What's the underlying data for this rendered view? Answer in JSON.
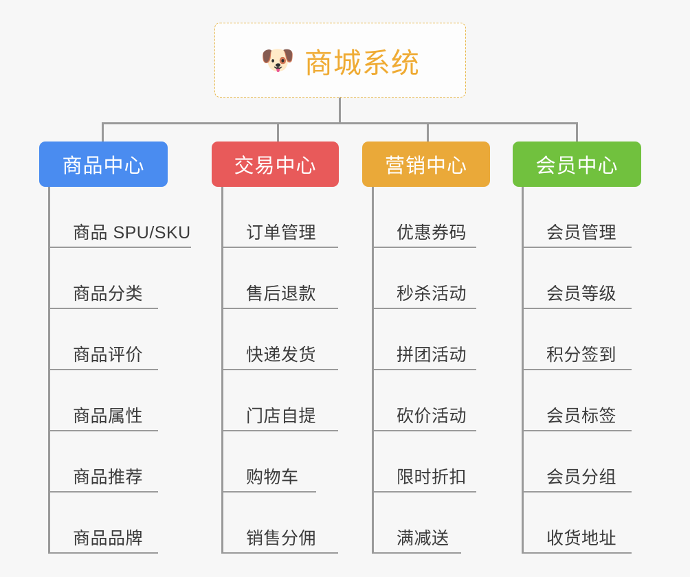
{
  "root": {
    "title": "商城系统",
    "emoji": "🐶",
    "emoji_name": "shiba-dog-face-icon",
    "border_color": "#e8b84b",
    "text_color": "#efab34",
    "background": "#fdfdfd"
  },
  "canvas": {
    "background": "#f7f7f7",
    "connector_color": "#9a9a9a"
  },
  "branches": [
    {
      "label": "商品中心",
      "color": "#4a8cf0",
      "items": [
        "商品 SPU/SKU",
        "商品分类",
        "商品评价",
        "商品属性",
        "商品推荐",
        "商品品牌"
      ]
    },
    {
      "label": "交易中心",
      "color": "#e85a5a",
      "items": [
        "订单管理",
        "售后退款",
        "快递发货",
        "门店自提",
        "购物车",
        "销售分佣"
      ]
    },
    {
      "label": "营销中心",
      "color": "#eaa939",
      "items": [
        "优惠券码",
        "秒杀活动",
        "拼团活动",
        "砍价活动",
        "限时折扣",
        "满减送"
      ]
    },
    {
      "label": "会员中心",
      "color": "#71c13e",
      "items": [
        "会员管理",
        "会员等级",
        "积分签到",
        "会员标签",
        "会员分组",
        "收货地址"
      ]
    }
  ]
}
